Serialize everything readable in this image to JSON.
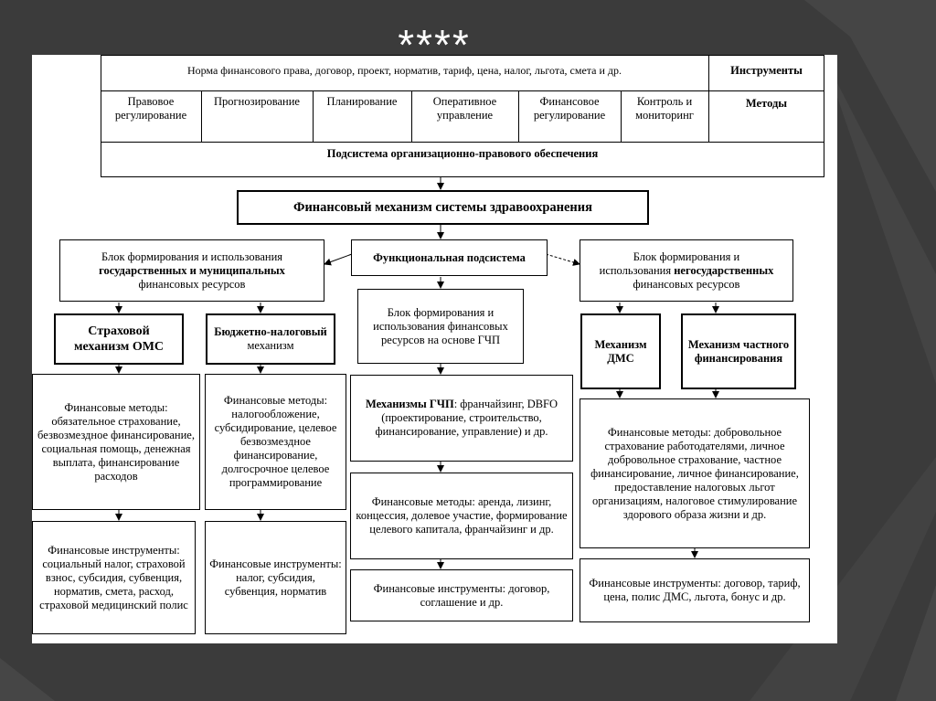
{
  "slide": {
    "title": "****"
  },
  "top_table": {
    "instruments_text": "Норма финансового права, договор, проект, норматив, тариф, цена, налог, льгота, смета и др.",
    "instruments_label": "Инструменты",
    "methods": [
      "Правовое регулирование",
      "Прогнозирование",
      "Планирование",
      "Оперативное управление",
      "Финансовое регулирование",
      "Контроль и мониторинг"
    ],
    "methods_label": "Методы",
    "subsystem": "Подсистема организационно-правового обеспечения"
  },
  "mechanism_title": "Финансовый механизм системы здравоохранения",
  "functional_subsystem": "Функциональная подсистема",
  "left_block": {
    "line1": "Блок формирования и использования",
    "line2": "государственных и муниципальных",
    "line3": "финансовых ресурсов"
  },
  "right_block": {
    "line1": "Блок формирования и",
    "line2a": "использования ",
    "line2b": "негосударственных",
    "line3": "финансовых ресурсов"
  },
  "center_block": "Блок формирования и использования финансовых ресурсов на основе ГЧП",
  "oms": {
    "text": "Страховой механизм ОМС"
  },
  "budget": {
    "bold": "Бюджетно-налоговый",
    "rest": " механизм"
  },
  "dms": {
    "text": "Механизм ДМС"
  },
  "private": {
    "text": "Механизм частного финансирования"
  },
  "gchp_mechanisms": {
    "bold": "Механизмы ГЧП",
    "rest": ": франчайзинг, DBFO (проектирование, строительство, финансирование, управление) и др."
  },
  "methods_oms": "Финансовые методы: обязательное страхование, безвозмездное финансирование, социальная помощь, денежная выплата, финансирование расходов",
  "methods_budget": "Финансовые методы: налогообложение, субсидирование, целевое безвозмездное финансирование, долгосрочное целевое программирование",
  "methods_gchp": "Финансовые методы: аренда, лизинг, концессия, долевое участие, формирование целевого капитала, франчайзинг и др.",
  "methods_private": "Финансовые методы: добровольное страхование работодателями, личное добровольное страхование, частное финансирование, личное финансирование, предоставление налоговых льгот организациям, налоговое стимулирование здорового образа жизни и др.",
  "instr_oms": "Финансовые инструменты: социальный налог, страховой взнос, субсидия, субвенция, норматив, смета, расход, страховой медицинский полис",
  "instr_budget": "Финансовые инструменты: налог, субсидия, субвенция, норматив",
  "instr_gchp": "Финансовые инструменты: договор, соглашение и др.",
  "instr_private": "Финансовые инструменты: договор, тариф, цена, полис ДМС, льгота, бонус и др."
}
